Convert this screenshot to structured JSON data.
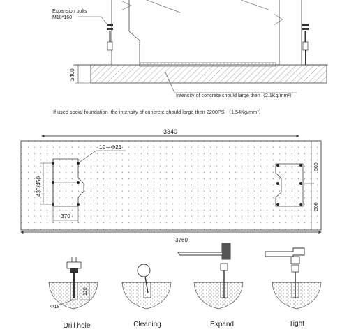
{
  "section_view": {
    "bolt_label_line1": "Expansion bolts",
    "bolt_label_line2": "M18*160",
    "depth_label": "≥400",
    "concrete_note": "Intensity of concrete should large then（2.1Kg/mm²）"
  },
  "special_note": "If used spcial foundation ,the intensity of concrete should large then 2200PSI（1.54Kg/mm²）",
  "plan_view": {
    "overall_width_top": "3340",
    "overall_width_bottom": "3760",
    "holes_label": "10－Φ21",
    "left_height": "430/450",
    "left_width": "370",
    "right_dim_top": "500",
    "right_dim_bottom": "500"
  },
  "steps": {
    "drill_dia": "Φ18",
    "drill_depth": "120",
    "labels": [
      "Drill hole",
      "Cleaning",
      "Expand",
      "Tight"
    ]
  }
}
